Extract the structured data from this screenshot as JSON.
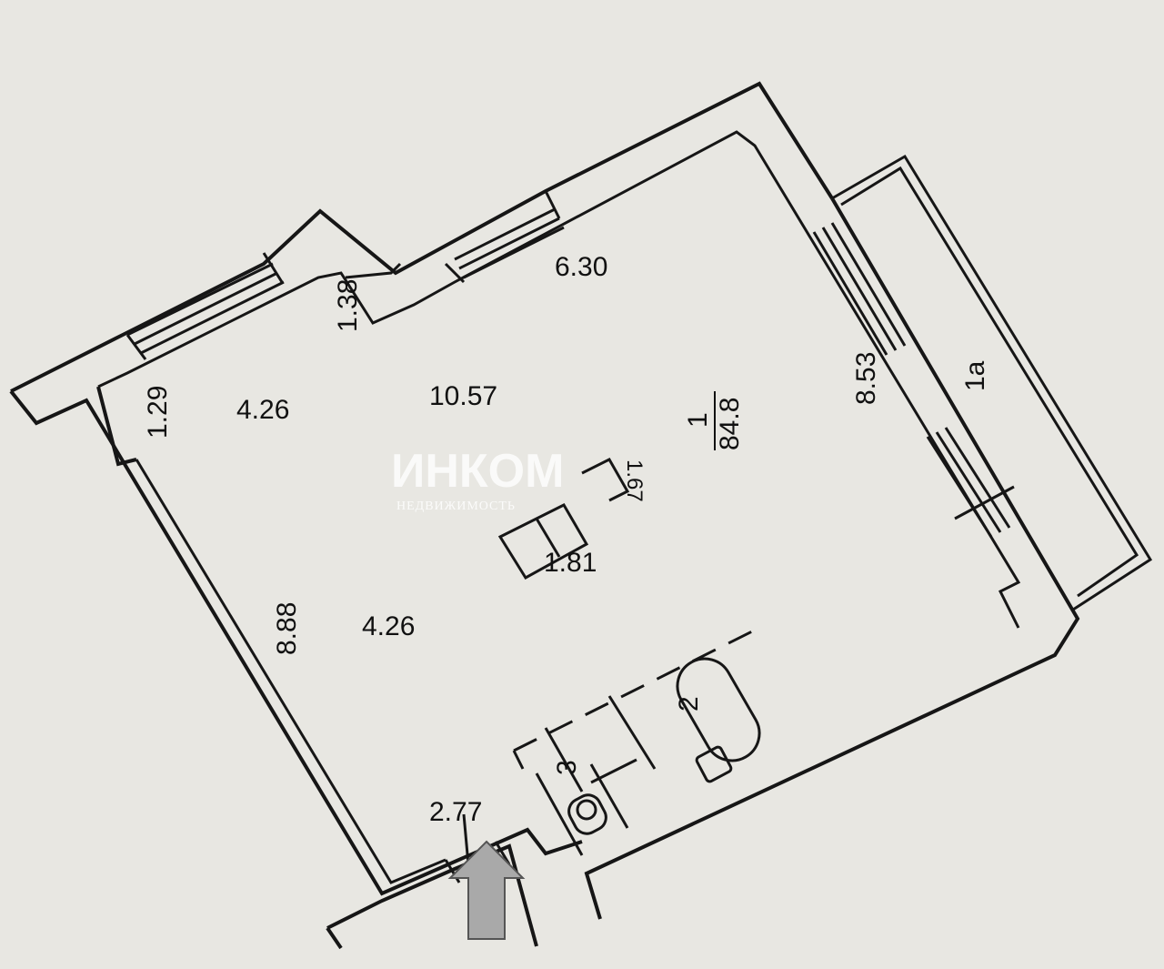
{
  "plan": {
    "dimensions": {
      "top_window_wall": "6.30",
      "notch_depth": "1.38",
      "left_small": "1.29",
      "upper_left_width": "4.26",
      "upper_middle": "10.57",
      "right_wall": "8.53",
      "left_wall": "8.88",
      "lower_left_width": "4.26",
      "entrance": "2.77",
      "column_width": "1.81",
      "column_depth": "1.67"
    },
    "rooms": {
      "main_number": "1",
      "main_area": "84.8",
      "balcony": "1a",
      "bathroom": "2",
      "toilet": "3"
    },
    "watermark": {
      "brand": "ИНКОМ",
      "subtitle": "НЕДВИЖИМОСТЬ"
    },
    "entrance_icon": "up-arrow-icon"
  }
}
